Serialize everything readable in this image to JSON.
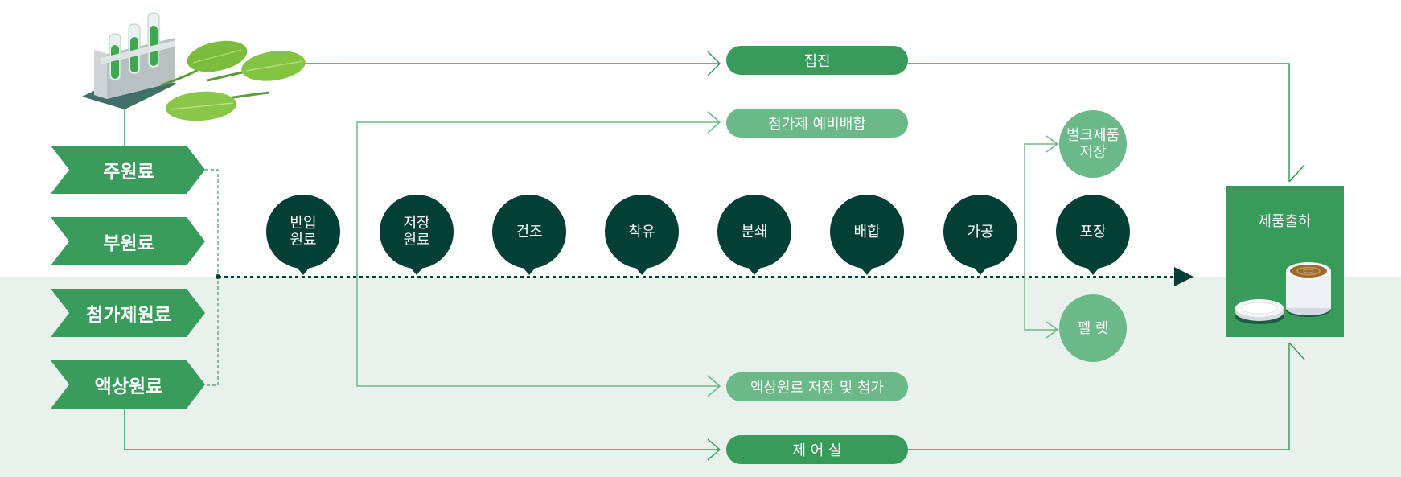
{
  "raw_materials": [
    "주원료",
    "부원료",
    "첨가제원료",
    "액상원료"
  ],
  "process_steps": [
    {
      "label": "반입\n원료"
    },
    {
      "label": "저장\n원료"
    },
    {
      "label": "건조"
    },
    {
      "label": "착유"
    },
    {
      "label": "분쇄"
    },
    {
      "label": "배합"
    },
    {
      "label": "가공"
    },
    {
      "label": "포장"
    }
  ],
  "side_processes": {
    "dust": "집진",
    "additive_premix": "첨가제 예비배합",
    "liquid_storage": "액상원료 저장 및 첨가",
    "control_room": "제 어 실"
  },
  "outputs": {
    "bulk": "벌크제품\n저장",
    "pellet": "펠 렛",
    "shipment": "제품출하"
  },
  "colors": {
    "primary_green": "#3a9c5c",
    "light_green": "#6bb889",
    "dark_teal": "#033f35",
    "band": "#e9f1ec"
  },
  "icons": [
    "test-tube-rack-icon",
    "leaf-icon",
    "product-container-icon"
  ]
}
